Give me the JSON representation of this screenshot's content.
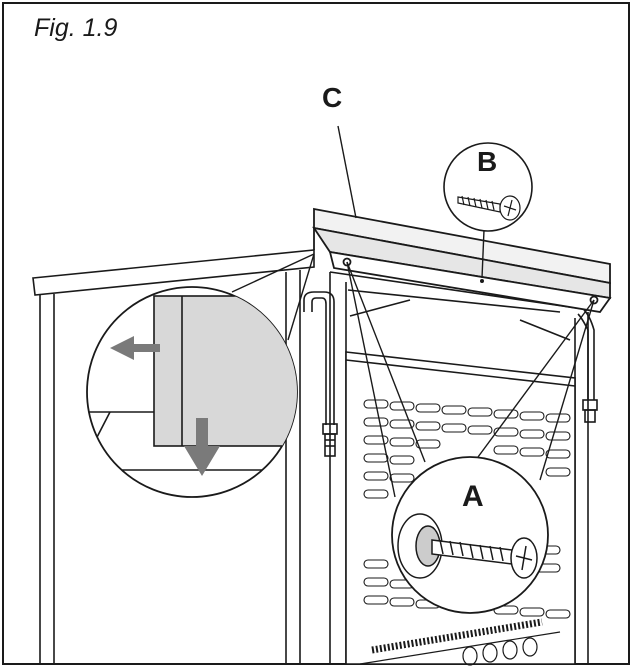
{
  "figure": {
    "title": "Fig. 1.9",
    "callouts": {
      "a": "A",
      "b": "B",
      "c": "C"
    },
    "colors": {
      "line": "#1a1a1a",
      "panel_fill": "#e9e9e9",
      "inset_fill": "#d6d6d6",
      "arrow": "#7a7a7a",
      "background": "#ffffff"
    }
  }
}
